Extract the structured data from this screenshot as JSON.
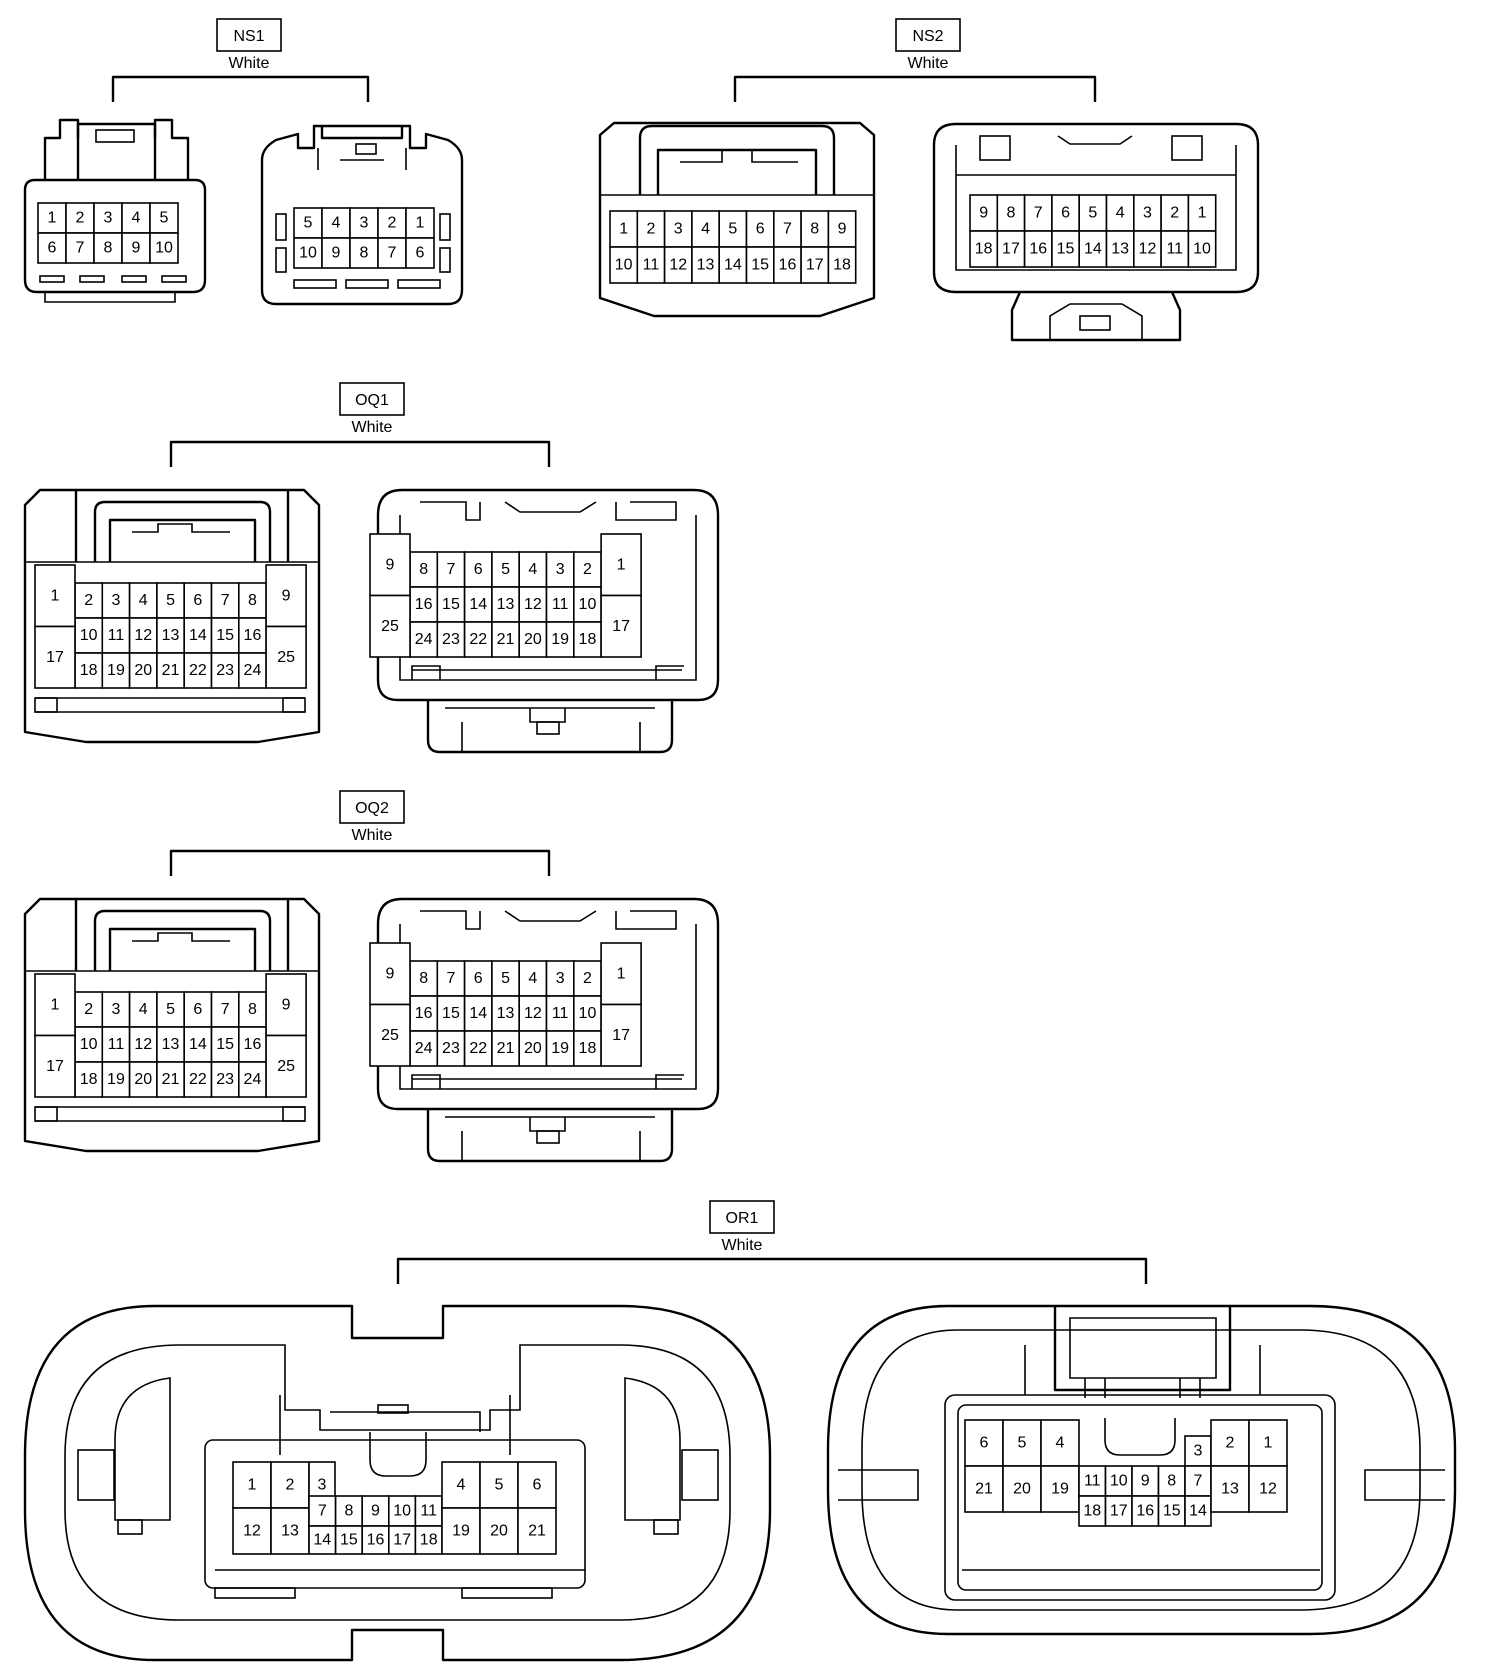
{
  "connectors": [
    {
      "code": "NS1",
      "color": "White",
      "views": [
        {
          "rows": [
            [
              "1",
              "2",
              "3",
              "4",
              "5"
            ],
            [
              "6",
              "7",
              "8",
              "9",
              "10"
            ]
          ]
        },
        {
          "rows": [
            [
              "5",
              "4",
              "3",
              "2",
              "1"
            ],
            [
              "10",
              "9",
              "8",
              "7",
              "6"
            ]
          ]
        }
      ]
    },
    {
      "code": "NS2",
      "color": "White",
      "views": [
        {
          "rows": [
            [
              "1",
              "2",
              "3",
              "4",
              "5",
              "6",
              "7",
              "8",
              "9"
            ],
            [
              "10",
              "11",
              "12",
              "13",
              "14",
              "15",
              "16",
              "17",
              "18"
            ]
          ]
        },
        {
          "rows": [
            [
              "9",
              "8",
              "7",
              "6",
              "5",
              "4",
              "3",
              "2",
              "1"
            ],
            [
              "18",
              "17",
              "16",
              "15",
              "14",
              "13",
              "12",
              "11",
              "10"
            ]
          ]
        }
      ]
    },
    {
      "code": "OQ1",
      "color": "White",
      "views": [
        {
          "left": [
            "1",
            "17"
          ],
          "right": [
            "9",
            "25"
          ],
          "rows": [
            [
              "2",
              "3",
              "4",
              "5",
              "6",
              "7",
              "8"
            ],
            [
              "10",
              "11",
              "12",
              "13",
              "14",
              "15",
              "16"
            ],
            [
              "18",
              "19",
              "20",
              "21",
              "22",
              "23",
              "24"
            ]
          ]
        },
        {
          "left": [
            "9",
            "25"
          ],
          "right": [
            "1",
            "17"
          ],
          "rows": [
            [
              "8",
              "7",
              "6",
              "5",
              "4",
              "3",
              "2"
            ],
            [
              "16",
              "15",
              "14",
              "13",
              "12",
              "11",
              "10"
            ],
            [
              "24",
              "23",
              "22",
              "21",
              "20",
              "19",
              "18"
            ]
          ]
        }
      ]
    },
    {
      "code": "OQ2",
      "color": "White",
      "views": [
        {
          "left": [
            "1",
            "17"
          ],
          "right": [
            "9",
            "25"
          ],
          "rows": [
            [
              "2",
              "3",
              "4",
              "5",
              "6",
              "7",
              "8"
            ],
            [
              "10",
              "11",
              "12",
              "13",
              "14",
              "15",
              "16"
            ],
            [
              "18",
              "19",
              "20",
              "21",
              "22",
              "23",
              "24"
            ]
          ]
        },
        {
          "left": [
            "9",
            "25"
          ],
          "right": [
            "1",
            "17"
          ],
          "rows": [
            [
              "8",
              "7",
              "6",
              "5",
              "4",
              "3",
              "2"
            ],
            [
              "16",
              "15",
              "14",
              "13",
              "12",
              "11",
              "10"
            ],
            [
              "24",
              "23",
              "22",
              "21",
              "20",
              "19",
              "18"
            ]
          ]
        }
      ]
    },
    {
      "code": "OR1",
      "color": "White",
      "views": [
        {
          "left": [
            [
              "1",
              "2"
            ],
            [
              "12",
              "13"
            ]
          ],
          "left_mid": "3",
          "center": [
            [
              "7",
              "8",
              "9",
              "10",
              "11"
            ],
            [
              "14",
              "15",
              "16",
              "17",
              "18"
            ]
          ],
          "right": [
            [
              "4",
              "5",
              "6"
            ],
            [
              "19",
              "20",
              "21"
            ]
          ]
        },
        {
          "left": [
            [
              "6",
              "5",
              "4"
            ],
            [
              "21",
              "20",
              "19"
            ]
          ],
          "center": [
            [
              "11",
              "10",
              "9",
              "8"
            ],
            [
              "18",
              "17",
              "16",
              "15"
            ]
          ],
          "right_mid": [
            "3",
            "7",
            "14"
          ],
          "right": [
            [
              "2",
              "1"
            ],
            [
              "13",
              "12"
            ]
          ]
        }
      ]
    }
  ]
}
